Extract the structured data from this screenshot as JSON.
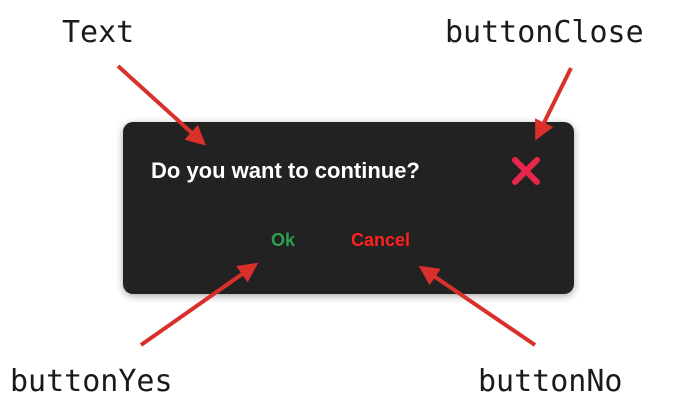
{
  "callouts": {
    "text": "Text",
    "close": "buttonClose",
    "yes": "buttonYes",
    "no": "buttonNo"
  },
  "dialog": {
    "message": "Do you want to continue?",
    "yes_label": "Ok",
    "no_label": "Cancel",
    "close_icon": "x-icon"
  },
  "colors": {
    "dialog_bg": "#222222",
    "message": "#ffffff",
    "yes": "#2e9e4f",
    "no": "#ff2020",
    "close": "#e8254a",
    "arrow": "#d9302c"
  }
}
